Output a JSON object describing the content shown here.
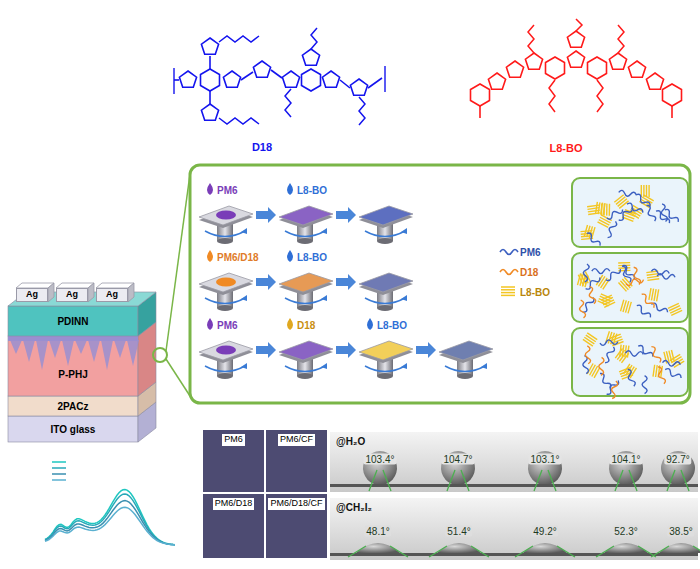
{
  "diagram": {
    "nodes": [
      {
        "text": [
          "Ag"
        ]
      },
      {
        "text": [
          "Ag"
        ]
      },
      {
        "text": [
          "Ag"
        ]
      },
      {
        "text": [
          "PDINN"
        ]
      },
      {
        "text": [
          "P-PHJ"
        ]
      },
      {
        "text": [
          "2PACz"
        ]
      },
      {
        "text": [
          "ITO glass"
        ]
      },
      {
        "text": [
          "PM6"
        ]
      },
      {
        "text": [
          "PM6/CF"
        ]
      },
      {
        "text": [
          "PM6/D18"
        ]
      },
      {
        "text": [
          "PM6/D18/CF"
        ]
      }
    ],
    "labels": [
      "D18",
      "L8-BO",
      "PM6",
      "L8-BO",
      "PM6/D18",
      "L8-BO",
      "PM6",
      "D18",
      "L8-BO",
      "@H₂O",
      "103.4°",
      "104.7°",
      "103.1°",
      "104.1°",
      "92.7°",
      "@CH₂I₂",
      "48.1°",
      "51.4°",
      "49.2°",
      "52.3°",
      "38.5°"
    ],
    "legend": [
      {
        "text": "PM6"
      },
      {
        "text": "D18"
      },
      {
        "text": "L8-BO"
      }
    ]
  }
}
